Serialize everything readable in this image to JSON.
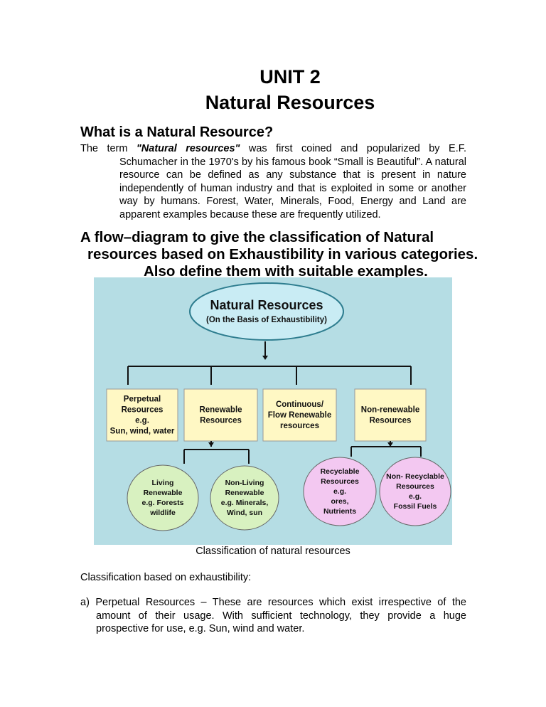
{
  "heading": {
    "unit": "UNIT 2",
    "title": "Natural Resources"
  },
  "section1": {
    "heading": "What is a Natural Resource?",
    "lead": "The term ",
    "term": "\"Natural resources\"",
    "body": " was first coined and popularized by E.F. Schumacher in the 1970's by his famous book “Small is Beautiful”. A natural resource can be defined as any substance that is present in nature independently of human industry and that is exploited in some or another way by humans. Forest, Water, Minerals, Food, Energy and Land are apparent examples because these are frequently utilized."
  },
  "section2": {
    "line1": "A flow–diagram to give the classification of Natural",
    "line2": "resources based on Exhaustibility in various categories.",
    "line3": "Also define them with suitable examples."
  },
  "diagram": {
    "root": {
      "title": "Natural Resources",
      "subtitle": "(On the Basis of Exhaustibility)"
    },
    "categories": [
      {
        "lines": [
          "Perpetual",
          "Resources",
          "e.g.",
          "Sun, wind, water"
        ]
      },
      {
        "lines": [
          "Renewable",
          "Resources"
        ]
      },
      {
        "lines": [
          "Continuous/",
          "Flow Renewable",
          "resources"
        ]
      },
      {
        "lines": [
          "Non-renewable",
          "Resources"
        ]
      }
    ],
    "subcategories": [
      {
        "lines": [
          "Living",
          "Renewable",
          "e.g. Forests",
          "wildlife"
        ]
      },
      {
        "lines": [
          "Non-Living",
          "Renewable",
          "e.g. Minerals,",
          "Wind, sun"
        ]
      },
      {
        "lines": [
          "Recyclable",
          "Resources",
          "e.g.",
          "ores,",
          "Nutrients"
        ]
      },
      {
        "lines": [
          "Non- Recyclable",
          "Resources",
          "e.g.",
          "Fossil Fuels"
        ]
      }
    ],
    "colors": {
      "background": "#b5dde4",
      "root_fill": "#c9ecf4",
      "box_fill": "#fff8c4",
      "living_fill": "#d8f1c0",
      "recycle_fill": "#f3c8f1"
    }
  },
  "caption": "Classification of natural resources",
  "para1": "Classification based on exhaustibility:",
  "para2": "a) Perpetual Resources – These are resources which exist irrespective of the amount of their usage. With sufficient technology, they provide a huge prospective for use, e.g. Sun, wind and water."
}
